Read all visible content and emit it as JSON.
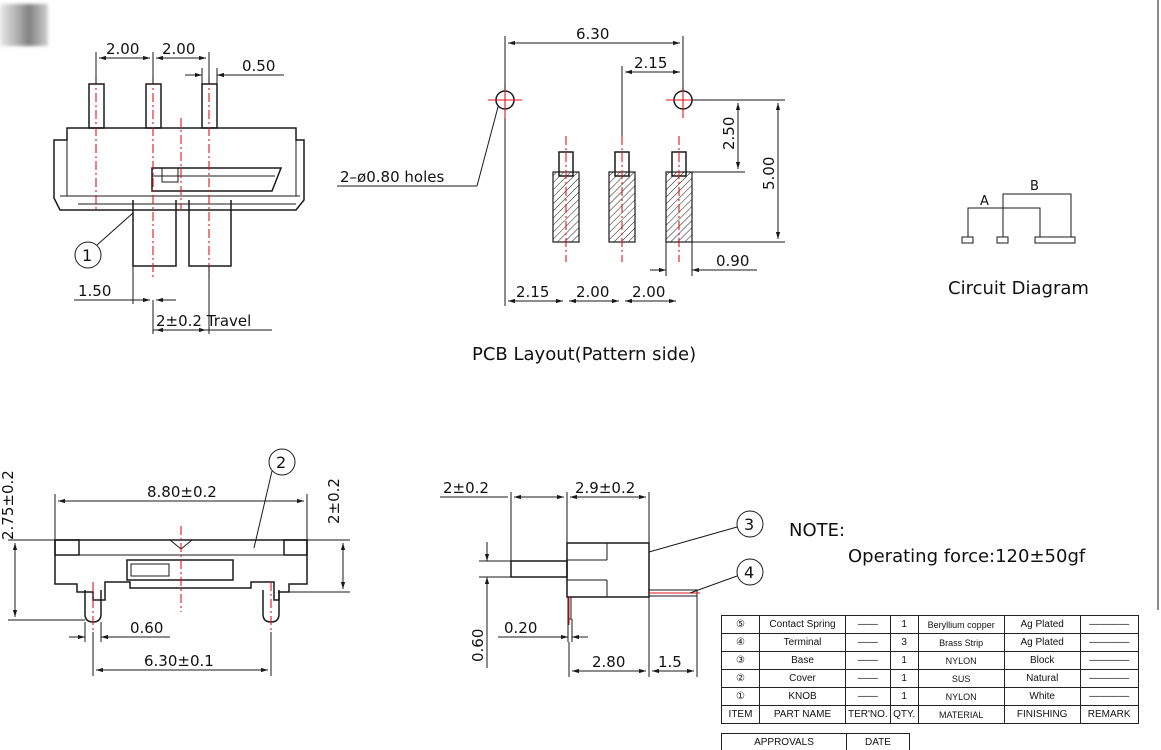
{
  "colors": {
    "line": "#1a1a1a",
    "centerline": "#e0141c",
    "background": "#ffffff"
  },
  "top_view": {
    "dims": {
      "pin_pitch_a": "2.00",
      "pin_pitch_b": "2.00",
      "pin_width": "0.50",
      "knob_offset": "1.50",
      "travel": "2±0.2 Travel"
    },
    "callout_1": "1"
  },
  "pcb_layout": {
    "title": "PCB Layout(Pattern side)",
    "holes_label": "2–ø0.80 holes",
    "dims": {
      "overall_width": "6.30",
      "right_offset": "2.15",
      "row_height": "2.50",
      "total_height": "5.00",
      "pad_width": "0.90",
      "left_offset": "2.15",
      "pitch_a": "2.00",
      "pitch_b": "2.00"
    }
  },
  "circuit": {
    "title": "Circuit Diagram",
    "label_a": "A",
    "label_b": "B"
  },
  "front_view": {
    "dims": {
      "length": "8.80±0.2",
      "height_total": "2.75±0.2",
      "height_body": "2±0.2",
      "pin_width": "0.60",
      "pin_span": "6.30±0.1"
    },
    "callout_2": "2"
  },
  "side_view": {
    "dims": {
      "knob": "2±0.2",
      "body": "2.9±0.2",
      "lead": "0.60",
      "lead_thk": "0.20",
      "body_depth": "2.80",
      "pin_len": "1.5"
    },
    "callout_3": "3",
    "callout_4": "4"
  },
  "note": {
    "heading": "NOTE:",
    "text": "Operating force:120±50gf"
  },
  "bom": {
    "rows": [
      {
        "item": "⑤",
        "part": "Contact Spring",
        "terno": "——",
        "qty": "1",
        "material": "Beryllium copper",
        "finishing": "Ag Plated",
        "remark": "————"
      },
      {
        "item": "④",
        "part": "Terminal",
        "terno": "——",
        "qty": "3",
        "material": "Brass Strip",
        "finishing": "Ag Plated",
        "remark": "————"
      },
      {
        "item": "③",
        "part": "Base",
        "terno": "——",
        "qty": "1",
        "material": "NYLON",
        "finishing": "Block",
        "remark": "————"
      },
      {
        "item": "②",
        "part": "Cover",
        "terno": "——",
        "qty": "1",
        "material": "SUS",
        "finishing": "Natural",
        "remark": "————"
      },
      {
        "item": "①",
        "part": "KNOB",
        "terno": "——",
        "qty": "1",
        "material": "NYLON",
        "finishing": "White",
        "remark": "————"
      }
    ],
    "header": {
      "item": "ITEM",
      "part": "PART NAME",
      "terno": "TER'NO.",
      "qty": "QTY.",
      "material": "MATERIAL",
      "finishing": "FINISHING",
      "remark": "REMARK"
    },
    "approvals": "APPROVALS",
    "date": "DATE"
  }
}
